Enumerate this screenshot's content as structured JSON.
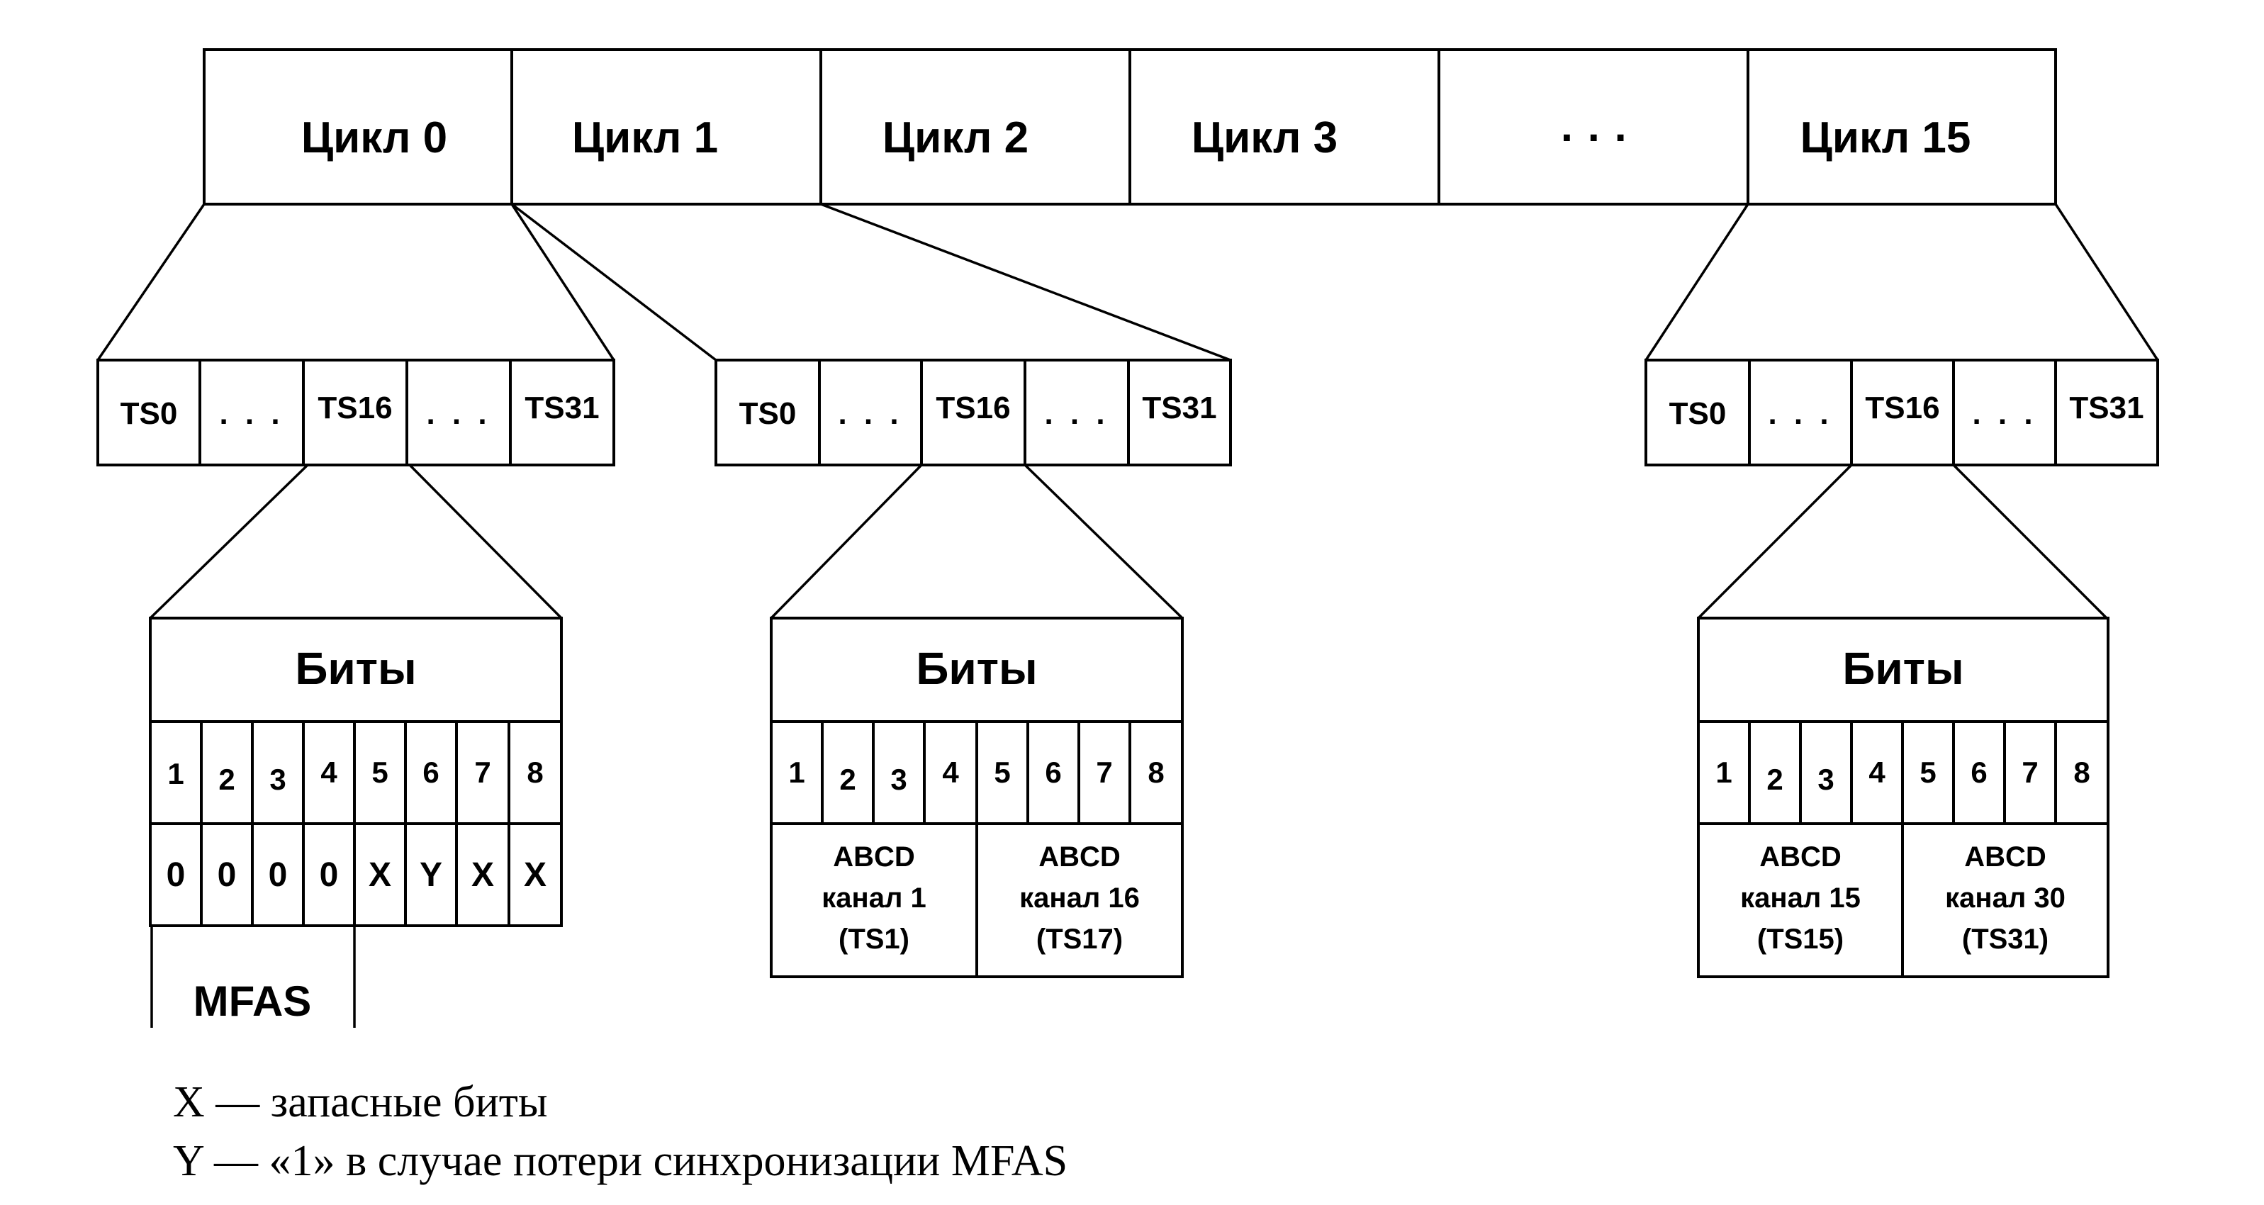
{
  "diagram": {
    "cycles": [
      "Цикл 0",
      "Цикл 1",
      "Цикл 2",
      "Цикл 3",
      "· · ·",
      "Цикл 15"
    ],
    "timeslots": [
      "TS0",
      ". . .",
      "TS16",
      ". . .",
      "TS31"
    ],
    "bits_title": "Биты",
    "bit_numbers": [
      "1",
      "2",
      "3",
      "4",
      "5",
      "6",
      "7",
      "8"
    ],
    "cycle0_values": [
      "0",
      "0",
      "0",
      "0",
      "X",
      "Y",
      "X",
      "X"
    ],
    "mfas_label": "MFAS",
    "abcd_cycle1": [
      {
        "line1": "ABCD",
        "line2": "канал 1",
        "line3": "(TS1)"
      },
      {
        "line1": "ABCD",
        "line2": "канал 16",
        "line3": "(TS17)"
      }
    ],
    "abcd_cycle15": [
      {
        "line1": "ABCD",
        "line2": "канал 15",
        "line3": "(TS15)"
      },
      {
        "line1": "ABCD",
        "line2": "канал 30",
        "line3": "(TS31)"
      }
    ],
    "legend": [
      "X — запасные биты",
      "Y — «1» в случае потери синхронизации MFAS"
    ]
  }
}
